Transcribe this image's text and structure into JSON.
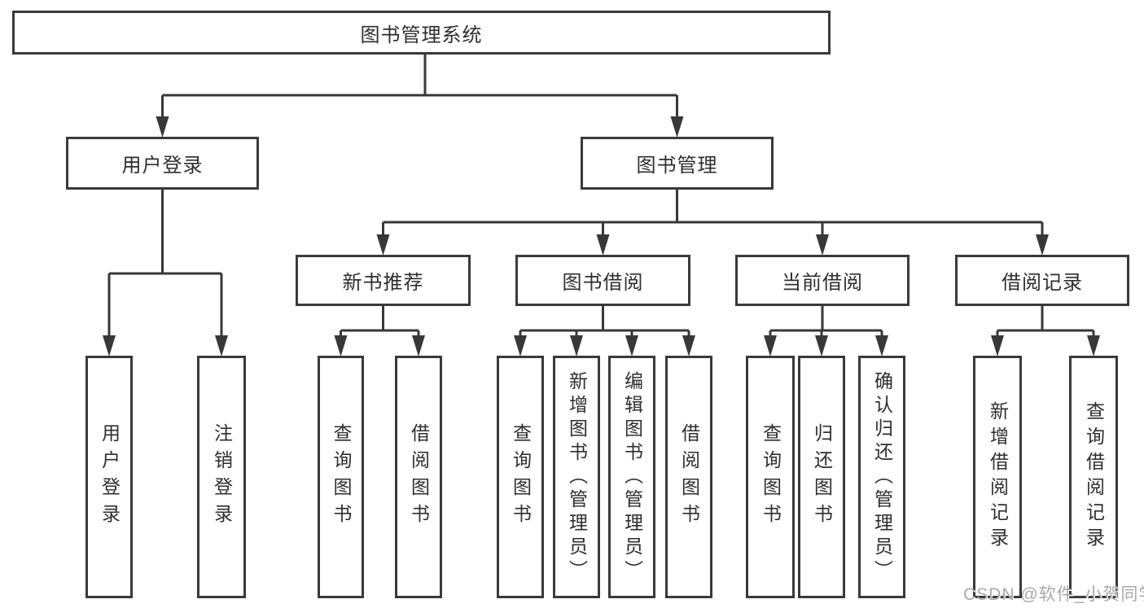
{
  "diagram": {
    "root": "图书管理系统",
    "user_login": {
      "label": "用户登录",
      "children": [
        "用户登录",
        "注销登录"
      ]
    },
    "book_mgmt": {
      "label": "图书管理",
      "sections": {
        "new_books": {
          "label": "新书推荐",
          "children": [
            "查询图书",
            "借阅图书"
          ]
        },
        "borrowing": {
          "label": "图书借阅",
          "children": [
            "查询图书",
            "新增图书（管理员）",
            "编辑图书（管理员）",
            "借阅图书"
          ]
        },
        "current": {
          "label": "当前借阅",
          "children": [
            "查询图书",
            "归还图书",
            "确认归还（管理员）"
          ]
        },
        "records": {
          "label": "借阅记录",
          "children": [
            "新增借阅记录",
            "查询借阅记录"
          ]
        }
      }
    }
  },
  "watermark": "CSDN @软件_小贺同学",
  "colors": {
    "line": "#383838",
    "box_border": "#3a3a3a",
    "text": "#2e2e2e",
    "watermark": "#a9a9a9",
    "background": "#ffffff"
  }
}
